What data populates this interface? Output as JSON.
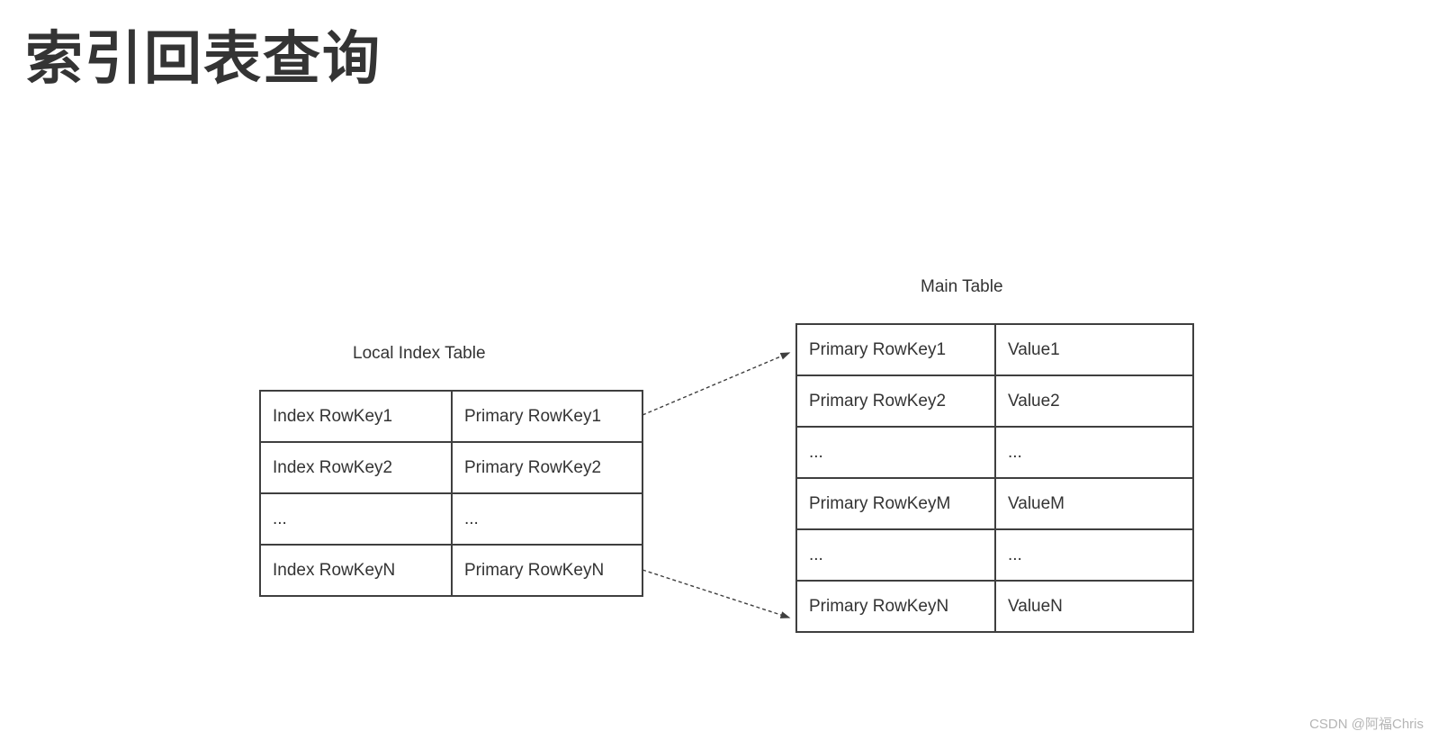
{
  "page": {
    "title": "索引回表查询"
  },
  "diagram": {
    "local_index_table": {
      "label": "Local Index Table",
      "rows": [
        [
          "Index RowKey1",
          "Primary RowKey1"
        ],
        [
          "Index RowKey2",
          "Primary RowKey2"
        ],
        [
          "...",
          "..."
        ],
        [
          "Index RowKeyN",
          "Primary RowKeyN"
        ]
      ]
    },
    "main_table": {
      "label": "Main Table",
      "rows": [
        [
          "Primary RowKey1",
          "Value1"
        ],
        [
          "Primary RowKey2",
          "Value2"
        ],
        [
          "...",
          "..."
        ],
        [
          "Primary RowKeyM",
          "ValueM"
        ],
        [
          "...",
          "..."
        ],
        [
          "Primary RowKeyN",
          "ValueN"
        ]
      ]
    },
    "arrows": [
      {
        "from": "Local Index Table / Primary RowKey1",
        "to": "Main Table / Primary RowKey1",
        "style": "dashed"
      },
      {
        "from": "Local Index Table / Primary RowKeyN",
        "to": "Main Table / Primary RowKeyN",
        "style": "dashed"
      }
    ]
  },
  "watermark": "CSDN @阿福Chris",
  "colors": {
    "background": "#ffffff",
    "title": "#343434",
    "border": "#3f3f3f",
    "text": "#333333",
    "watermark": "#b5b5b5"
  }
}
